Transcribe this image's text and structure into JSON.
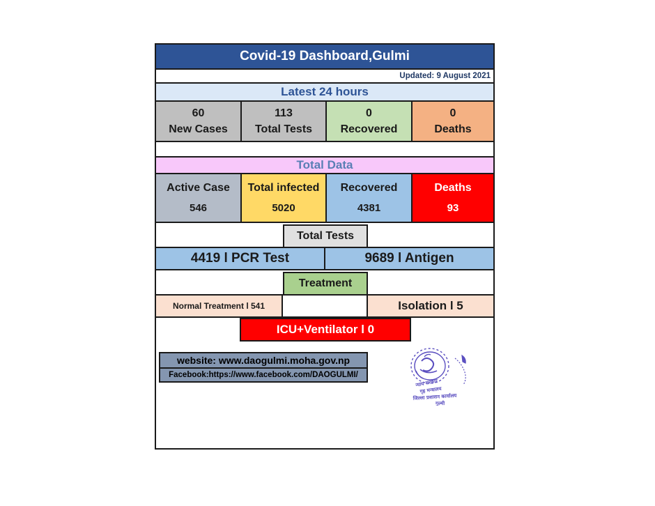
{
  "header": {
    "title": "Covid-19 Dashboard,Gulmi",
    "updated": "Updated: 9 August 2021",
    "title_bg": "#2E5496"
  },
  "latest_24_hours": {
    "banner": "Latest 24 hours",
    "banner_bg": "#DBE8F7",
    "cells": [
      {
        "value": "60",
        "label": "New Cases",
        "bg": "#BFBFBF"
      },
      {
        "value": "113",
        "label": "Total Tests",
        "bg": "#BFBFBF"
      },
      {
        "value": "0",
        "label": "Recovered",
        "bg": "#C5E0B4"
      },
      {
        "value": "0",
        "label": "Deaths",
        "bg": "#F4B183"
      }
    ]
  },
  "total_data": {
    "banner": "Total Data",
    "banner_bg": "#F8C8FA",
    "cells": [
      {
        "label": "Active Case",
        "value": "546",
        "bg": "#B4BCC8"
      },
      {
        "label": "Total infected",
        "value": "5020",
        "bg": "#FFD966"
      },
      {
        "label": "Recovered",
        "value": "4381",
        "bg": "#9DC3E6"
      },
      {
        "label": "Deaths",
        "value": "93",
        "bg": "#FF0000"
      }
    ]
  },
  "total_tests": {
    "label": "Total Tests",
    "label_bg": "#E0E0E0",
    "items": [
      {
        "text": "4419 l PCR Test",
        "bg": "#9DC3E6"
      },
      {
        "text": "9689 l Antigen",
        "bg": "#9DC3E6"
      }
    ]
  },
  "treatment": {
    "label": "Treatment",
    "label_bg": "#A9D08E",
    "normal": "Normal Treatment  l 541",
    "isolation": "Isolation  l 5",
    "icu": "ICU+Ventilator   l  0",
    "icu_bg": "#FF0000",
    "row_bg": "#FBE0D0"
  },
  "footer": {
    "website": "website: www.daogulmi.moha.gov.np",
    "facebook": "Facebook:https://www.facebook.com/DAOGULMI/",
    "box_bg": "#8496B0",
    "seal_color": "#5B4FC0",
    "seal_name": "district-administration-office-seal"
  }
}
